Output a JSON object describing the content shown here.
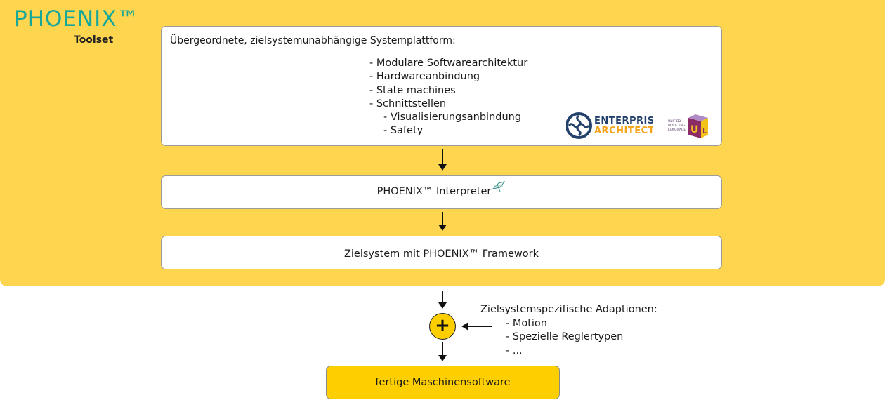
{
  "toolset": {
    "brand": "PHOENIX™",
    "subtitle": "Toolset"
  },
  "platform": {
    "heading": "Übergeordnete, zielsystemunabhängige Systemplattform:",
    "items": [
      "- Modulare Softwarearchitektur",
      "- Hardwareanbindung",
      "- State machines",
      "- Schnittstellen"
    ],
    "subitems": [
      "- Visualisierungsanbindung",
      "- Safety"
    ],
    "logos": {
      "ea_line1": "ENTERPRISE",
      "ea_line2": "ARCHITECT",
      "uml_small1": "UNIFIED",
      "uml_small2": "MODELING",
      "uml_small3": "LANGUAGE"
    }
  },
  "interpreter": {
    "label": "PHOENIX™ Interpreter"
  },
  "framework": {
    "label": "Zielsystem mit PHOENIX™ Framework"
  },
  "combine": {
    "symbol": "+"
  },
  "adaptions": {
    "heading": "Zielsystemspezifische Adaptionen:",
    "items": [
      "- Motion",
      "- Spezielle Reglertypen",
      "- ..."
    ]
  },
  "result": {
    "label": "fertige Maschinensoftware"
  },
  "colors": {
    "panel": "#fed54f",
    "brand": "#14a79a",
    "result": "#fecf00",
    "ea_blue": "#23416b",
    "ea_orange": "#f5a41a"
  }
}
